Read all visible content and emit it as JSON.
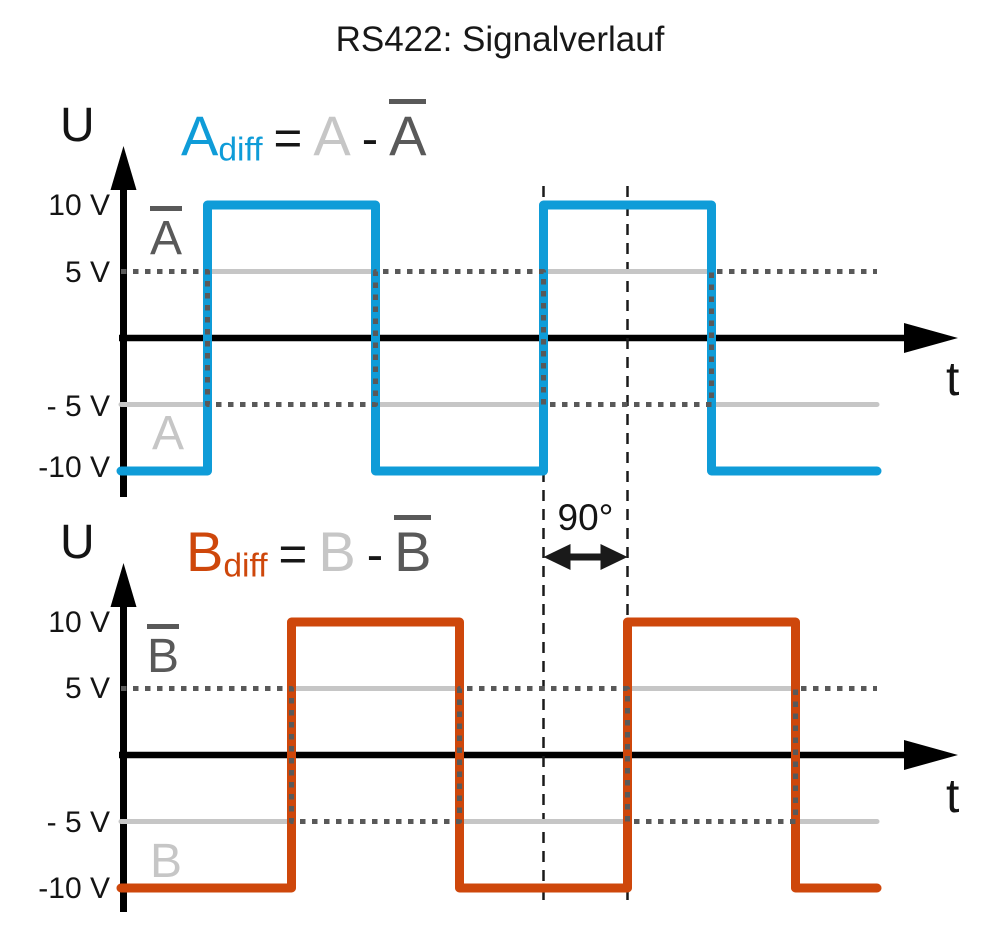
{
  "title": "RS422: Signalverlauf",
  "colors": {
    "a_diff": "#0F9CD8",
    "b_diff": "#CE470B",
    "direct": "#C6C6C6",
    "inverted": "#595959",
    "axis": "#000000",
    "dashed": "#1A1A1A"
  },
  "charts": [
    {
      "y_axis_label": "U",
      "x_axis_label": "t",
      "formula": {
        "diff_base": "A",
        "diff_sub": "diff",
        "equals": "=",
        "direct": "A",
        "minus": "-",
        "inverted": "A"
      },
      "y_ticks": [
        {
          "label": "10 V"
        },
        {
          "label": "5 V"
        },
        {
          "label": "- 5 V"
        },
        {
          "label": "-10 V"
        }
      ],
      "inverted_label": "A",
      "direct_label": "A"
    },
    {
      "y_axis_label": "U",
      "x_axis_label": "t",
      "formula": {
        "diff_base": "B",
        "diff_sub": "diff",
        "equals": "=",
        "direct": "B",
        "minus": "-",
        "inverted": "B"
      },
      "y_ticks": [
        {
          "label": "10 V"
        },
        {
          "label": "5 V"
        },
        {
          "label": "- 5 V"
        },
        {
          "label": "-10 V"
        }
      ],
      "inverted_label": "B",
      "direct_label": "B"
    }
  ],
  "phase_annotation": {
    "label": "90°",
    "degrees": 90,
    "between_t_periods": [
      1.25,
      1.5
    ]
  },
  "chart_data": [
    {
      "type": "line",
      "signal": "A",
      "title": "A_diff = A - A̅",
      "xlabel": "t",
      "ylabel": "U",
      "y_unit": "V",
      "ylim": [
        -12,
        12
      ],
      "y_ticks_V": [
        10,
        5,
        -5,
        -10
      ],
      "edges_t_periods": [
        0.25,
        0.75,
        1.25,
        1.75
      ],
      "t_end_periods": 2.24,
      "series": [
        {
          "name": "A_diff",
          "color_key": "a_diff",
          "style": "solid",
          "role": "diff",
          "levels_V": [
            -10,
            10
          ],
          "initial_level_V": -10
        },
        {
          "name": "A",
          "color_key": "direct",
          "style": "solid",
          "role": "direct",
          "levels_V": [
            -5,
            5
          ],
          "initial_level_V": -5
        },
        {
          "name": "A_inverted",
          "color_key": "inverted",
          "style": "dotted",
          "role": "inverted",
          "levels_V": [
            -5,
            5
          ],
          "initial_level_V": 5
        }
      ]
    },
    {
      "type": "line",
      "signal": "B",
      "title": "B_diff = B - B̅",
      "xlabel": "t",
      "ylabel": "U",
      "y_unit": "V",
      "ylim": [
        -12,
        12
      ],
      "y_ticks_V": [
        10,
        5,
        -5,
        -10
      ],
      "edges_t_periods": [
        0.5,
        1.0,
        1.5,
        2.0
      ],
      "t_end_periods": 2.24,
      "series": [
        {
          "name": "B_diff",
          "color_key": "b_diff",
          "style": "solid",
          "role": "diff",
          "levels_V": [
            -10,
            10
          ],
          "initial_level_V": -10
        },
        {
          "name": "B",
          "color_key": "direct",
          "style": "solid",
          "role": "direct",
          "levels_V": [
            -5,
            5
          ],
          "initial_level_V": -5
        },
        {
          "name": "B_inverted",
          "color_key": "inverted",
          "style": "dotted",
          "role": "inverted",
          "levels_V": [
            -5,
            5
          ],
          "initial_level_V": 5
        }
      ]
    }
  ]
}
